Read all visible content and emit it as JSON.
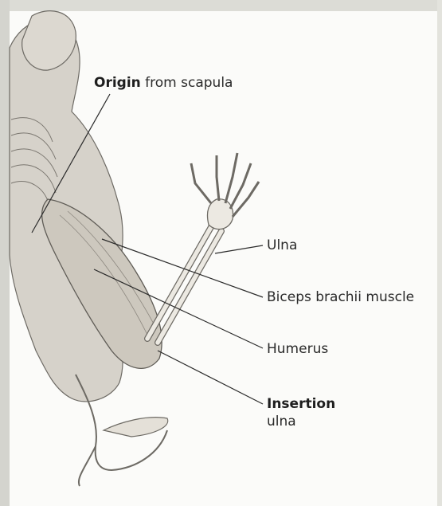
{
  "labels": {
    "origin_bold": "Origin",
    "origin_rest": " from scapula",
    "ulna": "Ulna",
    "biceps": "Biceps brachii muscle",
    "humerus": "Humerus",
    "insertion_bold": "Insertion",
    "insertion_rest": "ulna"
  },
  "colors": {
    "background": "#fbfbf9",
    "border_shadow": "#c9c9c4",
    "leader_line": "#2b2b2b",
    "bone": "#ece9e2",
    "muscle": "#cfcac1",
    "outline": "#6d6a64"
  }
}
